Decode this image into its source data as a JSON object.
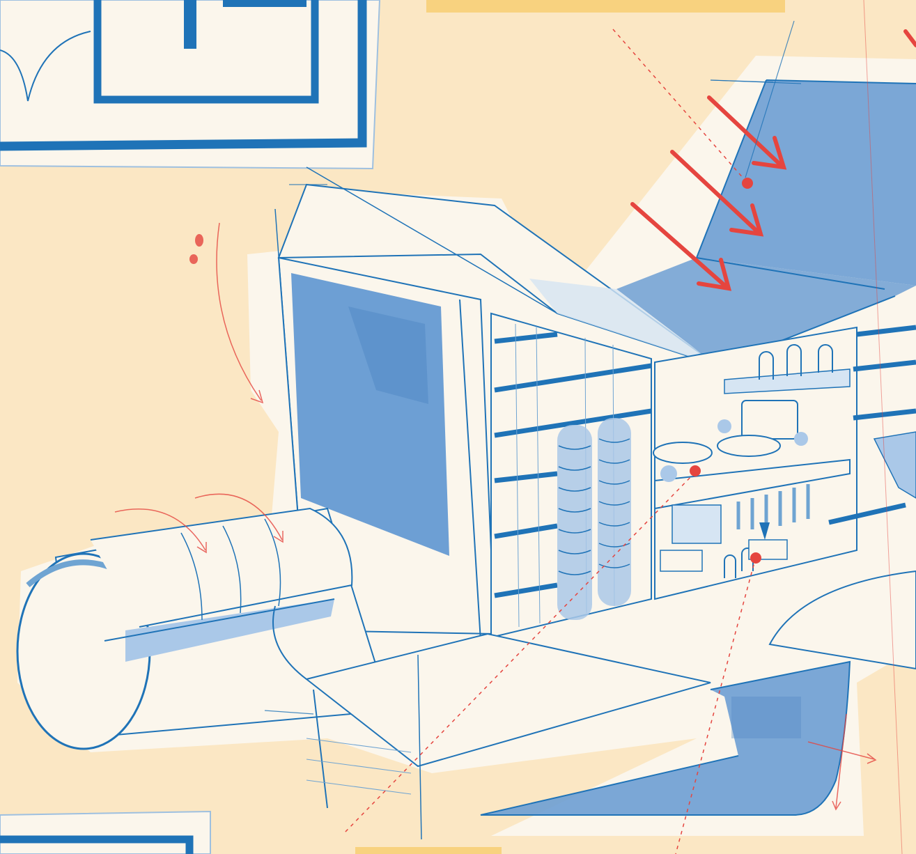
{
  "illustration": {
    "style": "blueprint-watercolor",
    "colors": {
      "background": "#fbe7c4",
      "paper": "#fbf6ec",
      "line": "#1f73b7",
      "line_light": "#6fa4d2",
      "fill": "#6d9fd4",
      "fill_light": "#aac8e8",
      "accent": "#e5453f",
      "tape": "#f7cf78"
    },
    "elements": [
      "floor-plan-fragment",
      "building-cutaway",
      "solar-panel-roof",
      "sun-ray-arrows",
      "cylinder-tank",
      "cylinder-columns",
      "interior-rooms",
      "underground-basin",
      "annotation-dots"
    ]
  }
}
